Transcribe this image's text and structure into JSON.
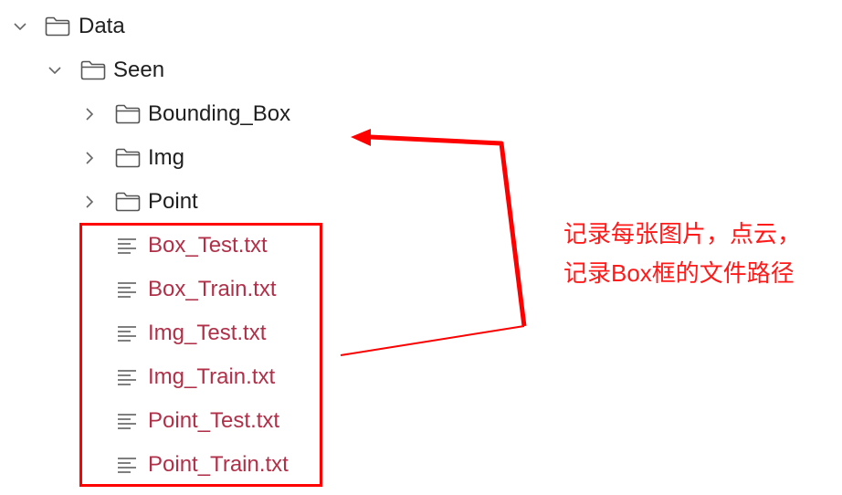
{
  "tree": {
    "items": [
      {
        "label": "Data",
        "kind": "folder",
        "expanded": true
      },
      {
        "label": "Seen",
        "kind": "folder",
        "expanded": true
      },
      {
        "label": "Bounding_Box",
        "kind": "folder",
        "expanded": false
      },
      {
        "label": "Img",
        "kind": "folder",
        "expanded": false
      },
      {
        "label": "Point",
        "kind": "folder",
        "expanded": false
      },
      {
        "label": "Box_Test.txt",
        "kind": "file"
      },
      {
        "label": "Box_Train.txt",
        "kind": "file"
      },
      {
        "label": "Img_Test.txt",
        "kind": "file"
      },
      {
        "label": "Img_Train.txt",
        "kind": "file"
      },
      {
        "label": "Point_Test.txt",
        "kind": "file"
      },
      {
        "label": "Point_Train.txt",
        "kind": "file"
      }
    ]
  },
  "annotation": {
    "line1": "记录每张图片，点云，",
    "line2": "记录Box框的文件路径",
    "color": "#ff0000"
  },
  "colors": {
    "file_label": "#b03049",
    "folder_label": "#1f1f1f",
    "icon": "#555555"
  }
}
